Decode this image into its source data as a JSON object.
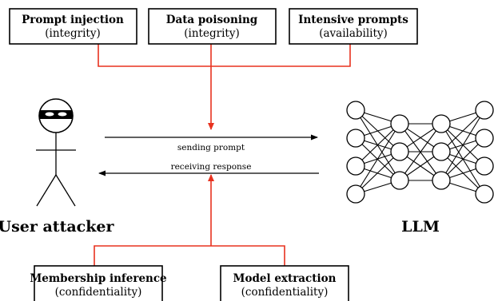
{
  "threat_boxes_top": [
    {
      "title": "Prompt injection",
      "subtitle": "(integrity)"
    },
    {
      "title": "Data poisoning",
      "subtitle": "(integrity)"
    },
    {
      "title": "Intensive prompts",
      "subtitle": "(availability)"
    }
  ],
  "threat_boxes_bottom": [
    {
      "title": "Membership inference",
      "subtitle": "(confidentiality)"
    },
    {
      "title": "Model extraction",
      "subtitle": "(confidentiality)"
    }
  ],
  "arrows": {
    "forward_label": "sending prompt",
    "backward_label": "receiving response"
  },
  "actors": {
    "user_label": "User attacker",
    "model_label": "LLM"
  },
  "colors": {
    "threat_line": "#e8321f",
    "outline": "#000000"
  }
}
